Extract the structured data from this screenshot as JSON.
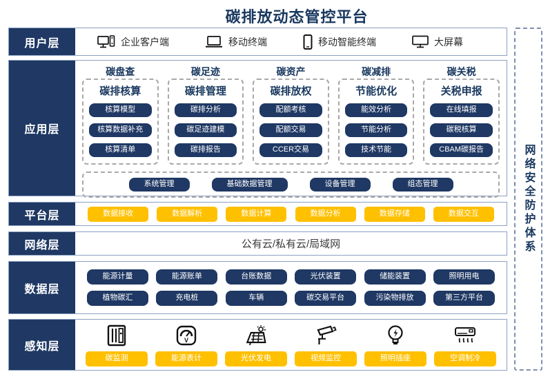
{
  "title": "碳排放动态管控平台",
  "security_sidebar": {
    "label": "网络安全防护体系"
  },
  "colors": {
    "navy": "#1F3864",
    "yellow": "#FFC000",
    "row_border": "#8BA0C2",
    "dash_gray": "#A8A8A8"
  },
  "layers": {
    "user": {
      "label": "用户层",
      "items": [
        {
          "icon": "desktop-client-icon",
          "label": "企业客户端"
        },
        {
          "icon": "laptop-icon",
          "label": "移动终端"
        },
        {
          "icon": "smartphone-icon",
          "label": "移动智能终端"
        },
        {
          "icon": "big-screen-icon",
          "label": "大屏幕"
        }
      ]
    },
    "application": {
      "label": "应用层",
      "columns": [
        {
          "header": "碳盘查",
          "subheader": "碳排核算",
          "items": [
            "核算模型",
            "核算数据补充",
            "核算清单"
          ]
        },
        {
          "header": "碳足迹",
          "subheader": "碳排管理",
          "items": [
            "碳排分析",
            "碳足迹建模",
            "碳排报告"
          ]
        },
        {
          "header": "碳资产",
          "subheader": "碳排放权",
          "items": [
            "配额考核",
            "配额交易",
            "CCER交易"
          ]
        },
        {
          "header": "碳减排",
          "subheader": "节能优化",
          "items": [
            "能效分析",
            "节能分析",
            "技术节能"
          ]
        },
        {
          "header": "碳关税",
          "subheader": "关税申报",
          "items": [
            "在线填报",
            "碳税核算",
            "CBAM碳报告"
          ]
        }
      ],
      "common_modules": [
        "系统管理",
        "基础数据管理",
        "设备管理",
        "组态管理"
      ]
    },
    "platform": {
      "label": "平台层",
      "items": [
        "数据接收",
        "数据解析",
        "数据计算",
        "数据分析",
        "数据存储",
        "数据交互"
      ]
    },
    "network": {
      "label": "网络层",
      "content": "公有云/私有云/局域网"
    },
    "data": {
      "label": "数据层",
      "rows": [
        [
          "能源计量",
          "能源账单",
          "台账数据",
          "光伏装置",
          "储能装置",
          "照明用电"
        ],
        [
          "植物碳汇",
          "充电桩",
          "车辆",
          "碳交易平台",
          "污染物排放",
          "第三方平台"
        ]
      ]
    },
    "perception": {
      "label": "感知层",
      "items": [
        {
          "icon": "carbon-cabinet-icon",
          "label": "碳监测"
        },
        {
          "icon": "energy-meter-icon",
          "label": "能源表计"
        },
        {
          "icon": "solar-panel-icon",
          "label": "光伏发电"
        },
        {
          "icon": "cctv-camera-icon",
          "label": "视频监控"
        },
        {
          "icon": "light-bulb-icon",
          "label": "照明插座"
        },
        {
          "icon": "air-conditioner-icon",
          "label": "空调制冷"
        }
      ]
    }
  }
}
